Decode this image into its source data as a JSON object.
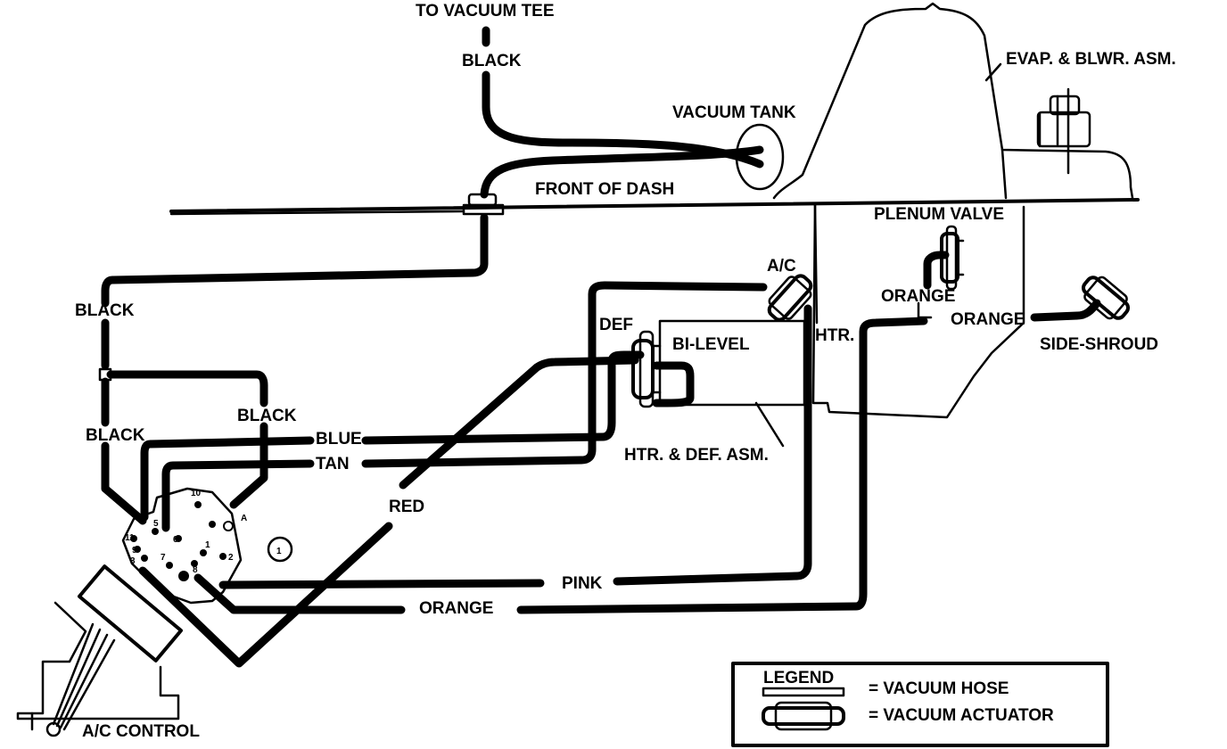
{
  "labels": {
    "to_vacuum_tee": "TO VACUUM TEE",
    "black_top": "BLACK",
    "vacuum_tank": "VACUUM TANK",
    "evap_blwr": "EVAP. & BLWR. ASM.",
    "front_of_dash": "FRONT OF DASH",
    "plenum_valve": "PLENUM VALVE",
    "ac": "A/C",
    "orange_plenum": "ORANGE",
    "orange_side": "ORANGE",
    "side_shroud": "SIDE-SHROUD",
    "black_left": "BLACK",
    "def": "DEF",
    "bi_level": "BI-LEVEL",
    "htr": "HTR.",
    "black_mid": "BLACK",
    "black_lower": "BLACK",
    "blue": "BLUE",
    "tan": "TAN",
    "htr_def_asm": "HTR. & DEF. ASM.",
    "red": "RED",
    "callout": "1",
    "pink": "PINK",
    "orange_bottom": "ORANGE",
    "ac_control": "A/C CONTROL"
  },
  "ports": [
    "10",
    "A",
    "5",
    "6",
    "7",
    "1",
    "2",
    "11",
    "9",
    "3",
    "8"
  ],
  "legend": {
    "title": "LEGEND",
    "hose": "= VACUUM HOSE",
    "actuator": "= VACUUM ACTUATOR"
  }
}
